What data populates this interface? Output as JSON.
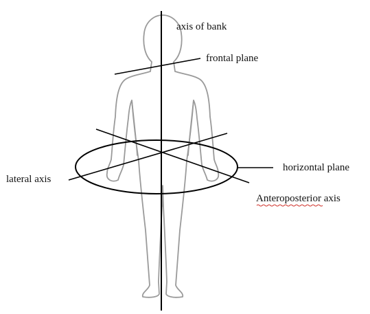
{
  "labels": {
    "axis_of_bank": "axis of bank",
    "frontal_plane": "frontal plane",
    "lateral_axis": "lateral axis",
    "horizontal_plane": "horizontal plane",
    "anteroposterior_axis": "Anteroposterior axis"
  },
  "colors": {
    "body_outline": "#9a9a9a",
    "lines": "#000000",
    "spellcheck_underline": "#d0342c"
  }
}
